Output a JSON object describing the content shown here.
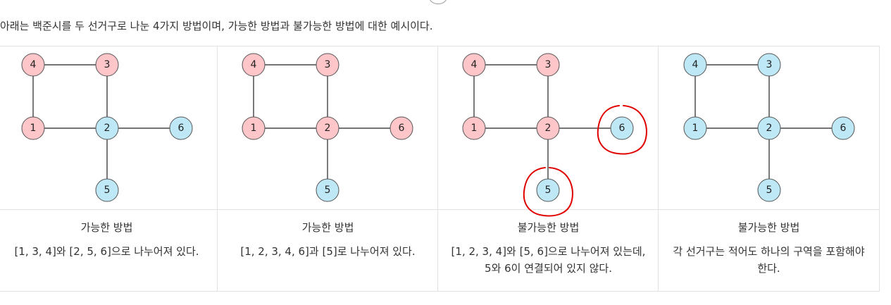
{
  "intro_text": "아래는 백준시를 두 선거구로 나눈 4가지 방법이며, 가능한 방법과 불가능한 방법에 대한 예시이다.",
  "colors": {
    "red_fill": "#fec6c9",
    "blue_fill": "#bfe8f7",
    "mark": "#e00000"
  },
  "edges": [
    [
      4,
      3
    ],
    [
      4,
      1
    ],
    [
      3,
      2
    ],
    [
      1,
      2
    ],
    [
      2,
      6
    ],
    [
      2,
      5
    ]
  ],
  "examples": [
    {
      "title": "가능한 방법",
      "desc": "[1, 3, 4]와 [2, 5, 6]으로 나누어져 있다.",
      "red": [
        1,
        3,
        4
      ],
      "blue": [
        2,
        5,
        6
      ],
      "marked": []
    },
    {
      "title": "가능한 방법",
      "desc": "[1, 2, 3, 4, 6]과 [5]로 나누어져 있다.",
      "red": [
        1,
        2,
        3,
        4,
        6
      ],
      "blue": [
        5
      ],
      "marked": []
    },
    {
      "title": "불가능한 방법",
      "desc": "[1, 2, 3, 4]와 [5, 6]으로 나누어져 있는데, 5와 6이 연결되어 있지 않다.",
      "red": [
        1,
        2,
        3,
        4
      ],
      "blue": [
        5,
        6
      ],
      "marked": [
        5,
        6
      ]
    },
    {
      "title": "불가능한 방법",
      "desc": "각 선거구는 적어도 하나의 구역을 포함해야 한다.",
      "red": [],
      "blue": [
        1,
        2,
        3,
        4,
        5,
        6
      ],
      "marked": []
    }
  ]
}
